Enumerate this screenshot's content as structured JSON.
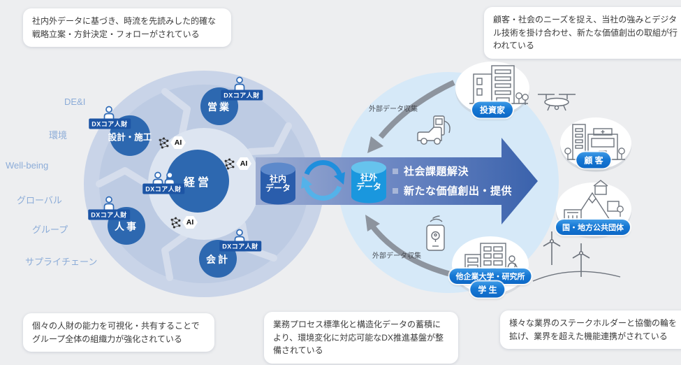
{
  "callouts": {
    "top_left": "社内外データに基づき、時流を先読みした的確な戦略立案・方針決定・フォローがされている",
    "top_right": "顧客・社会のニーズを捉え、当社の強みとデジタル技術を掛け合わせ、新たな価値創出の取組が行われている",
    "bottom_left": "個々の人財の能力を可視化・共有することでグループ全体の組織力が強化されている",
    "bottom_center": "業務プロセス標準化と構造化データの蓄積により、環境変化に対応可能なDX推進基盤が整備されている",
    "bottom_right": "様々な業界のステークホルダーと協働の輪を拡げ、業界を超えた機能連携がされている"
  },
  "themes": [
    "DE&I",
    "環境",
    "Well-being",
    "グローバル",
    "グループ",
    "サプライチェーン"
  ],
  "org": {
    "center_label": "経営",
    "departments": {
      "sales": "営業",
      "design": "設計・施工",
      "hr": "人事",
      "accounting": "会計"
    },
    "dx_badge": "DXコア人財",
    "ai_label": "AI"
  },
  "data_flow": {
    "internal_db": {
      "line1": "社内",
      "line2": "データ"
    },
    "external_db": {
      "line1": "社外",
      "line2": "データ"
    },
    "collect_label": "外部データ収集",
    "arrow_items": [
      "社会課題解決",
      "新たな価値創出・提供"
    ]
  },
  "stakeholders": {
    "investor": "投資家",
    "customer": "顧 客",
    "government": "国・地方公共団体",
    "partners": "他企業大学・研究所",
    "students": "学 生"
  },
  "colors": {
    "dept_blue": "#2d68b0",
    "internal_db_blue": "#2a5dac",
    "external_db_blue": "#1a97de",
    "pill_blue": "#0d68c6",
    "band_arrow_blue": "#3a62ac",
    "lavender_circle": "#c9d4e8",
    "light_blue_circle": "#d6e9f8",
    "theme_label_blue": "#8cacd8",
    "badge_blue": "#1d55a5"
  }
}
